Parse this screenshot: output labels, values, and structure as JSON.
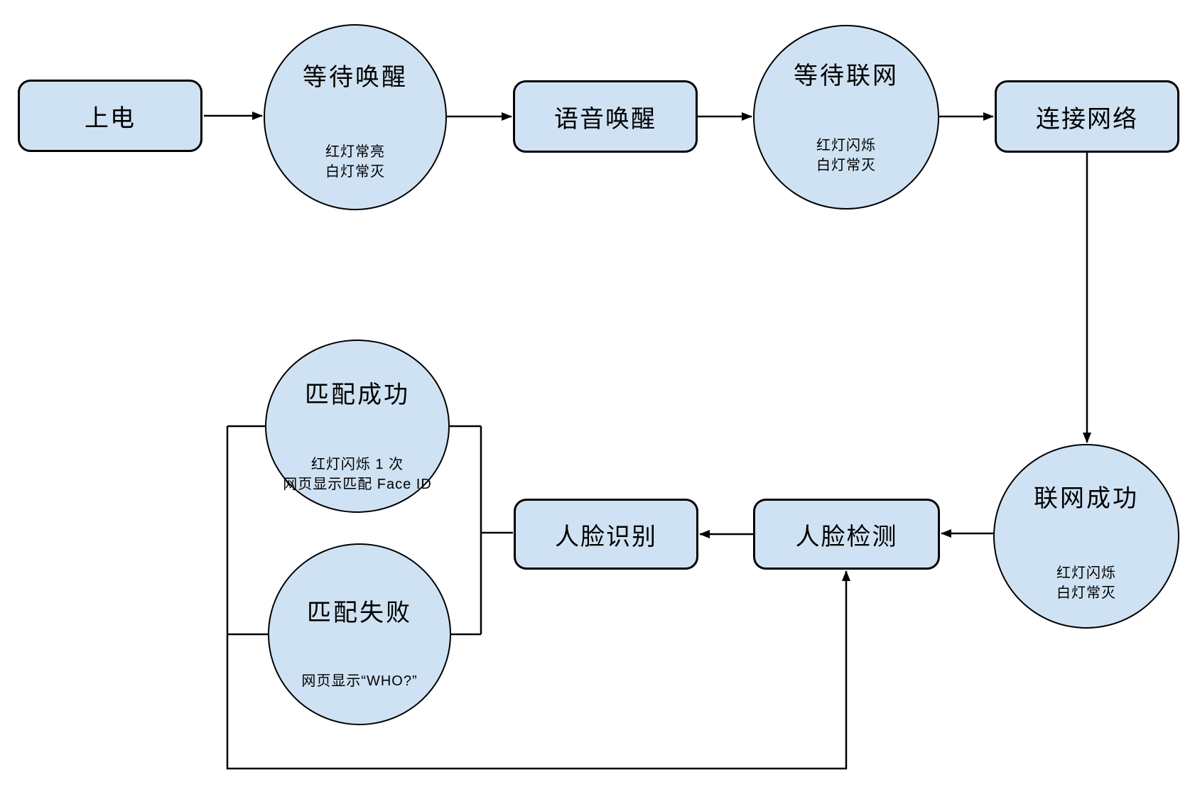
{
  "colors": {
    "node_fill": "#cfe2f3",
    "node_stroke": "#000000",
    "connector": "#000000",
    "background": "#ffffff"
  },
  "nodes": {
    "power_on": {
      "label": "上电"
    },
    "wait_wake": {
      "label": "等待唤醒",
      "note": "红灯常亮\n白灯常灭"
    },
    "voice_wake": {
      "label": "语音唤醒"
    },
    "wait_network": {
      "label": "等待联网",
      "note": "红灯闪烁\n白灯常灭"
    },
    "connect_network": {
      "label": "连接网络"
    },
    "network_success": {
      "label": "联网成功",
      "note": "红灯闪烁\n白灯常灭"
    },
    "face_detect": {
      "label": "人脸检测"
    },
    "face_recognize": {
      "label": "人脸识别"
    },
    "match_success": {
      "label": "匹配成功",
      "note": "红灯闪烁 1 次\n网页显示匹配 Face ID"
    },
    "match_fail": {
      "label": "匹配失败",
      "note": "网页显示“WHO?”"
    }
  }
}
